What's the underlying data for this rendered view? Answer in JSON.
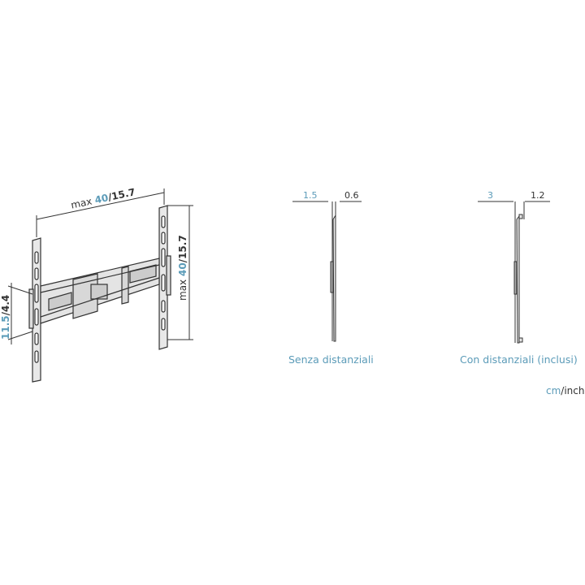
{
  "front_view": {
    "width_dim": {
      "prefix": "max",
      "cm": "40",
      "inch": "/15.7"
    },
    "height_dim": {
      "prefix": "max",
      "cm": "40",
      "inch": "/15.7"
    },
    "offset_dim": {
      "cm": "11.5",
      "inch": "/4.4"
    }
  },
  "side_view_without": {
    "left_value": "1.5",
    "right_value": "0.6",
    "caption": "Senza distanziali"
  },
  "side_view_with": {
    "left_value": "3",
    "right_value": "1.2",
    "caption": "Con distanziali (inclusi)"
  },
  "units": {
    "cm": "cm",
    "inch": "/inch"
  },
  "colors": {
    "accent": "#5b9bb8",
    "line": "#333333",
    "fill": "#e8e8e8"
  }
}
